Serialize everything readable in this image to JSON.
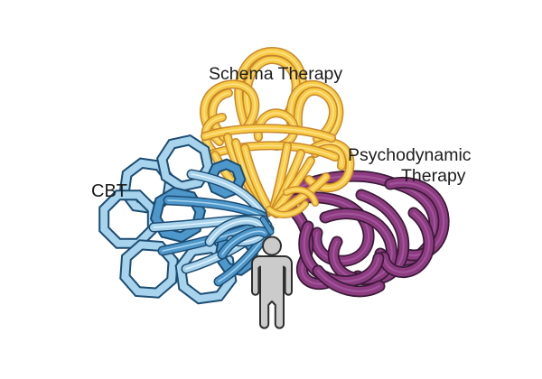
{
  "labels": {
    "schema_therapy": "Schema Therapy",
    "cbt": "CBT",
    "psychodynamic_line1": "Psychodynamic",
    "psychodynamic_line2": "Therapy"
  },
  "icons": {
    "person": "person-silhouette-icon",
    "schema_tangle": "yellow-thread-tangle",
    "cbt_tangle": "blue-octagon-chain-tangle",
    "psychodynamic_tangle": "purple-rope-tangle"
  },
  "colors": {
    "background": "#ffffff",
    "text": "#1b1b1b",
    "yellow": "#F8CC45",
    "yellow_outline": "#C8872E",
    "yellow_highlight": "#FBE190",
    "blue_light": "#A8D3EC",
    "blue_mid": "#4E97CB",
    "blue_outline": "#1C4C72",
    "blue_highlight": "#E8F4FB",
    "purple": "#8D3C81",
    "purple_outline": "#3A1B37",
    "purple_highlight": "#A1549A",
    "person_fill": "#CBCBCB",
    "person_outline": "#2F2F2F"
  }
}
